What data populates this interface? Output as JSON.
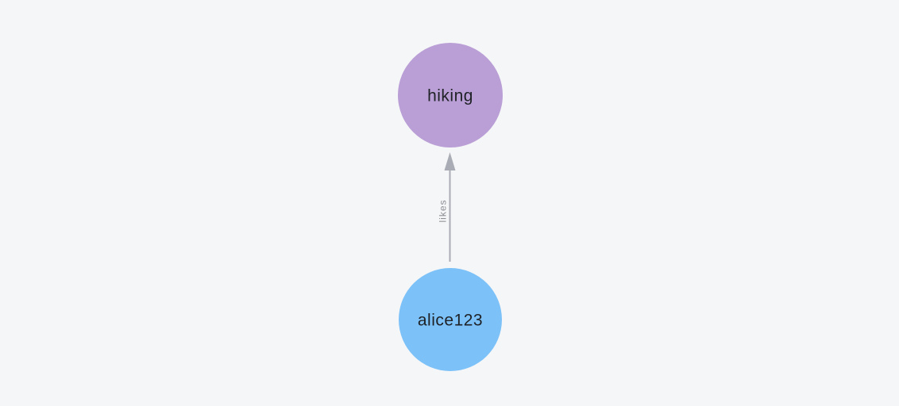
{
  "canvas": {
    "background": "#F5F6F7"
  },
  "graph": {
    "nodes": [
      {
        "id": "hiking",
        "label": "hiking",
        "color": "#BA9FD6",
        "label_color": "#1E2125"
      },
      {
        "id": "alice123",
        "label": "alice123",
        "color": "#7CC1F8",
        "label_color": "#1E2125"
      }
    ],
    "edges": [
      {
        "from": "alice123",
        "to": "hiking",
        "label": "likes",
        "color": "#A9ACB4",
        "label_color": "#8D9095"
      }
    ]
  }
}
